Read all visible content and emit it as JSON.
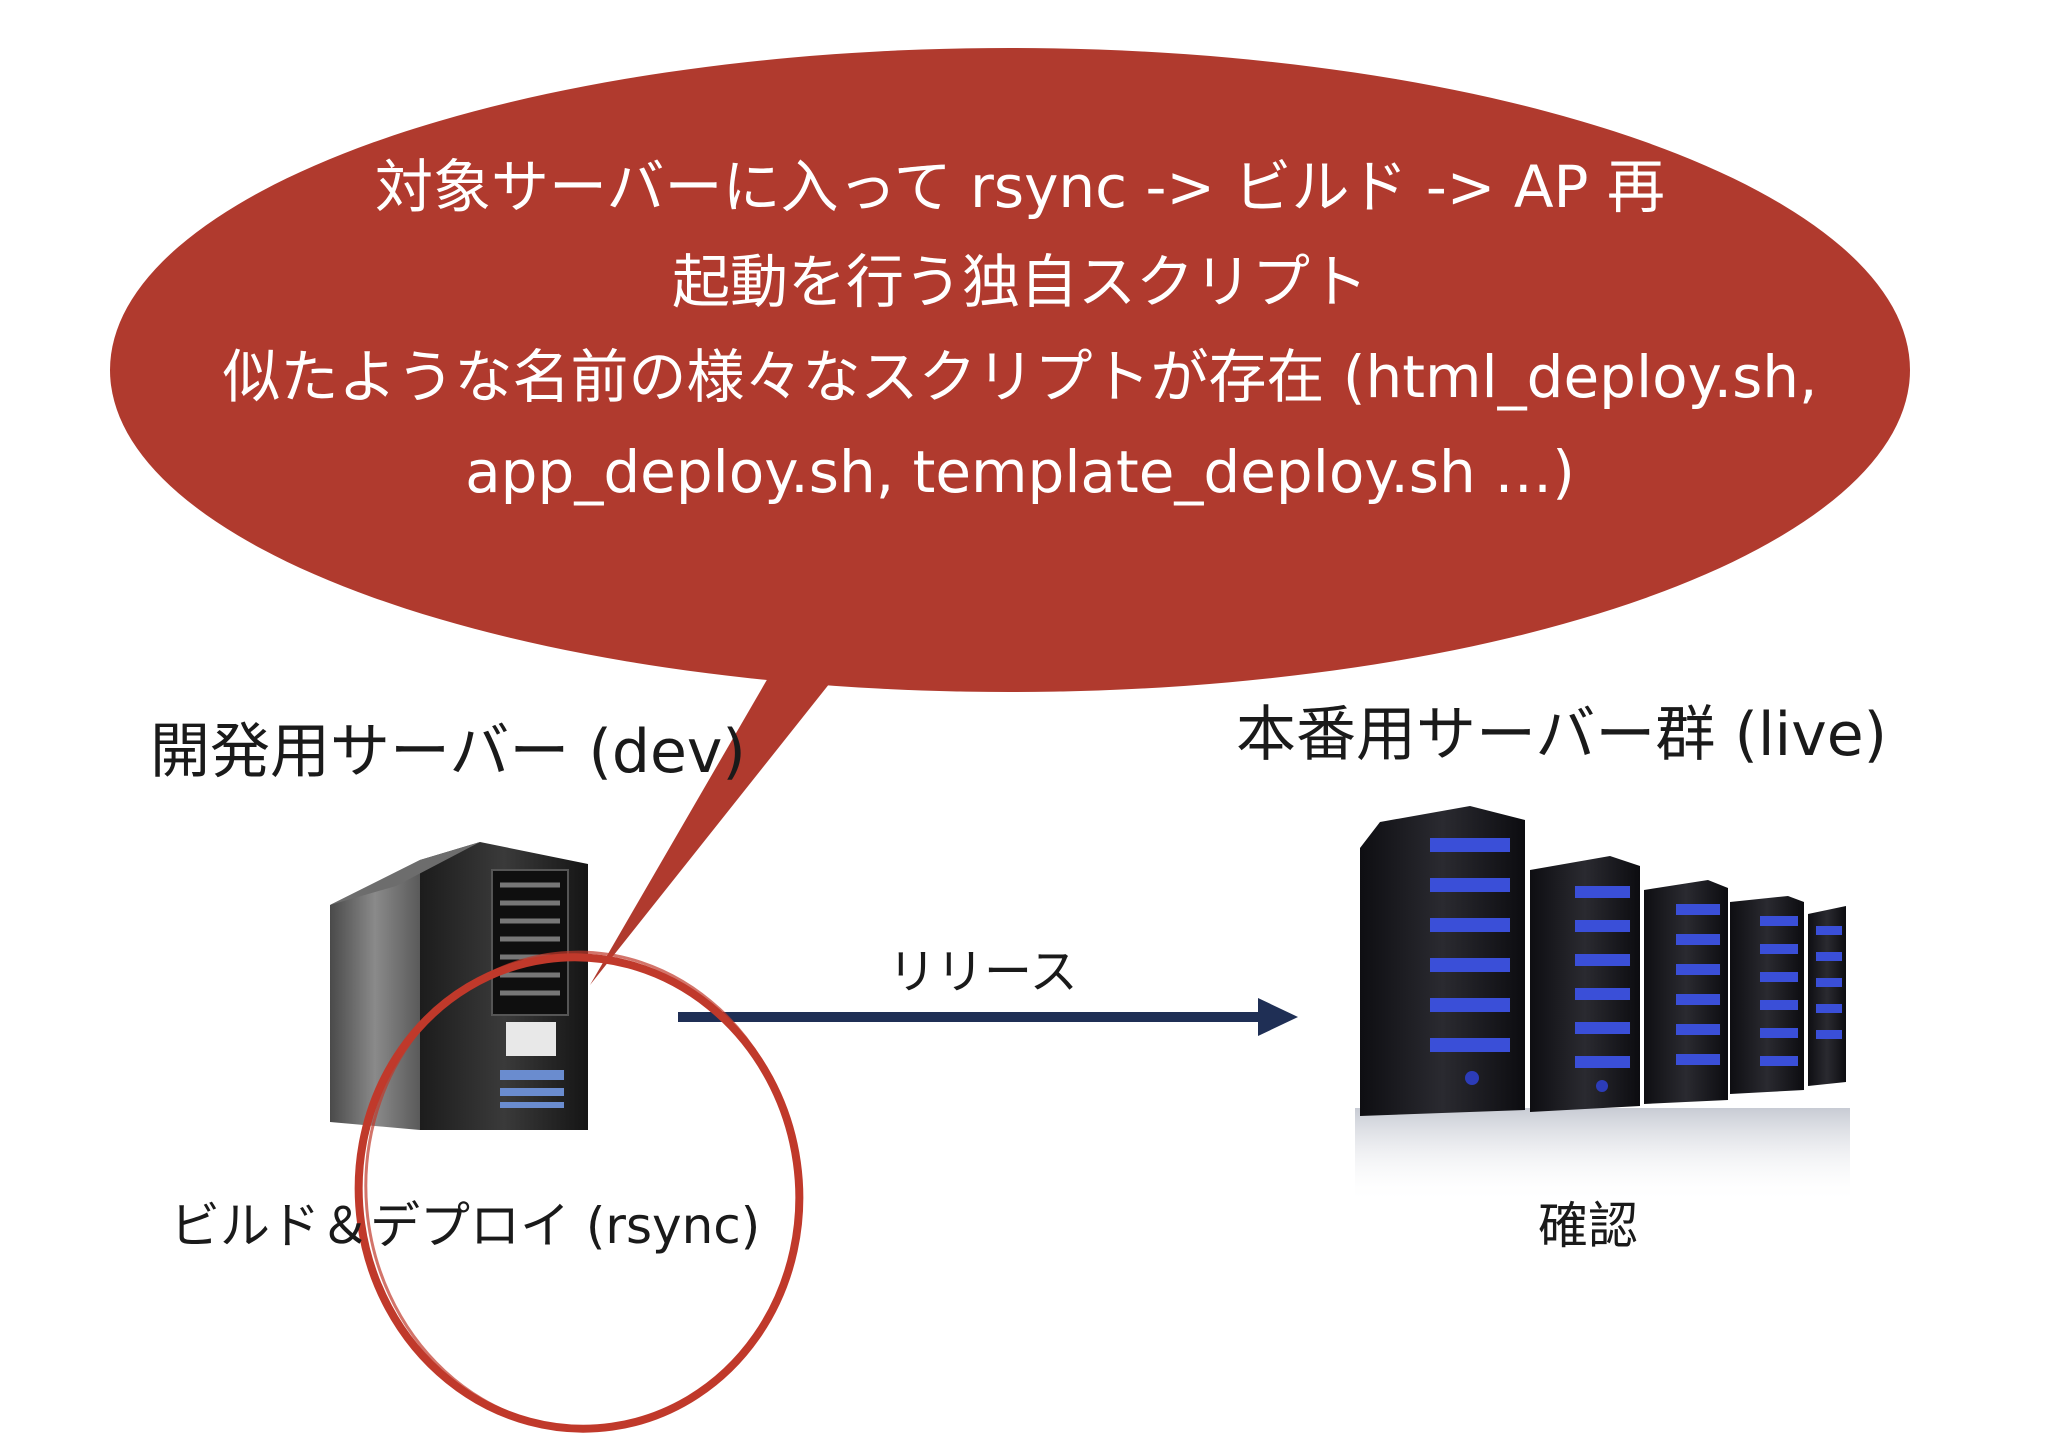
{
  "callout": {
    "lines": [
      "対象サーバーに入って rsync -> ビルド -> AP 再",
      "起動を行う独自スクリプト",
      "似たような名前の様々なスクリプトが存在 (html_deploy.sh,",
      "app_deploy.sh, template_deploy.sh …)"
    ]
  },
  "dev": {
    "title": "開発用サーバー (dev)",
    "caption": "ビルド＆デプロイ (rsync)",
    "icon": "tower-server-icon"
  },
  "live": {
    "title": "本番用サーバー群 (live)",
    "caption": "確認",
    "icon": "server-rack-icon"
  },
  "arrow": {
    "label": "リリース"
  },
  "colors": {
    "callout": "#b03a2e",
    "highlight_circle": "#c0392b",
    "release_arrow": "#1f2f55",
    "small_arrow": "#a9b2c3",
    "rack_led": "#3a4fd8"
  }
}
